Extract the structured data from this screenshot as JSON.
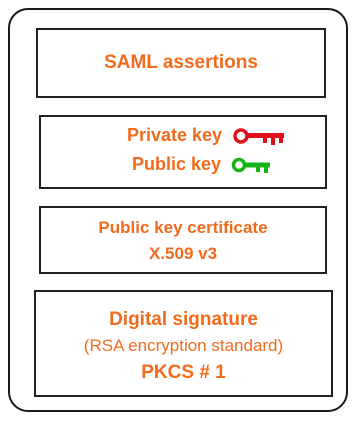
{
  "boxes": {
    "saml": {
      "label": "SAML assertions"
    },
    "keys": {
      "private_key": "Private key",
      "public_key": "Public key",
      "private_key_color": "#e0101a",
      "public_key_color": "#17b417"
    },
    "certificate": {
      "line1": "Public key certificate",
      "line2": "X.509 v3"
    },
    "signature": {
      "line1": "Digital signature",
      "line2": "(RSA encryption standard)",
      "line3": "PKCS # 1"
    }
  }
}
